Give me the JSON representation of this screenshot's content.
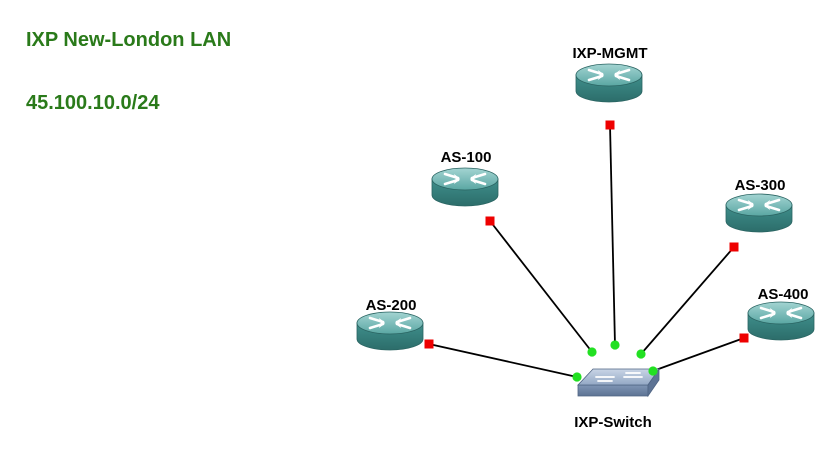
{
  "annotations": {
    "title": "IXP New-London LAN",
    "subnet": "45.100.10.0/24"
  },
  "nodes": {
    "as100": {
      "label": "AS-100",
      "type": "router-icon"
    },
    "as200": {
      "label": "AS-200",
      "type": "router-icon"
    },
    "as300": {
      "label": "AS-300",
      "type": "router-icon"
    },
    "as400": {
      "label": "AS-400",
      "type": "router-icon"
    },
    "mgmt": {
      "label": "IXP-MGMT",
      "type": "router-icon"
    },
    "switch": {
      "label": "IXP-Switch",
      "type": "switch-icon"
    }
  },
  "link_status": {
    "up": "green",
    "down": "red"
  },
  "colors": {
    "annotation_text": "#2a7a1a",
    "router_body": "#3f8f8c",
    "switch_body": "#7f95b4",
    "port_up": "#22e022",
    "port_down": "#ee0000",
    "link": "#000000"
  }
}
